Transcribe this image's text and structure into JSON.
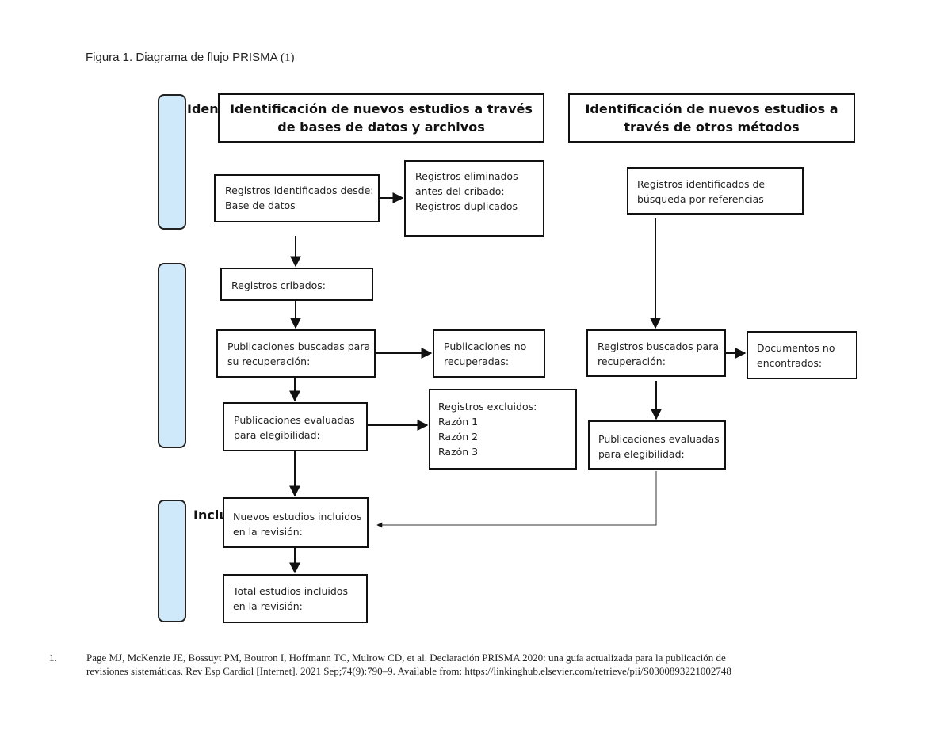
{
  "figure_caption": {
    "label": "Figura 1. Diagrama de flujo PRISMA",
    "ref": "(1)"
  },
  "stage_labels": {
    "identification": "Ident",
    "inclusion": "Inclu"
  },
  "headers": {
    "databases": "Identificación de nuevos estudios a través de bases de datos y archivos",
    "other_methods": "Identificación de nuevos estudios a través de otros métodos"
  },
  "boxes": {
    "records_identified": [
      "Registros identificados desde:",
      "Base de datos"
    ],
    "records_removed": [
      "Registros eliminados",
      "antes del cribado:",
      "Registros duplicados"
    ],
    "records_screened": [
      "Registros cribados:"
    ],
    "pubs_sought": [
      "Publicaciones buscadas para",
      "su recuperación:"
    ],
    "pubs_not_retrieved": [
      "Publicaciones no",
      "recuperadas:"
    ],
    "pubs_assessed": [
      "Publicaciones evaluadas",
      "para elegibilidad:"
    ],
    "records_excluded": [
      "Registros excluidos:",
      "Razón 1",
      "Razón 2",
      "Razón 3"
    ],
    "new_included": [
      "Nuevos estudios incluidos",
      "en la revisión:"
    ],
    "total_included": [
      "Total estudios incluidos",
      "en la revisión:"
    ],
    "other_identified": [
      "Registros identificados de",
      "búsqueda por referencias"
    ],
    "other_sought": [
      "Registros buscados para",
      "recuperación:"
    ],
    "other_not_found": [
      "Documentos no",
      "encontrados:"
    ],
    "other_assessed": [
      "Publicaciones evaluadas",
      "para elegibilidad:"
    ]
  },
  "footnote": {
    "number": "1.",
    "line1": "Page MJ, McKenzie JE, Bossuyt PM, Boutron I, Hoffmann TC, Mulrow CD, et al. Declaración PRISMA 2020: una guía actualizada para la publicación de",
    "line2": "revisiones sistemáticas. Rev Esp Cardiol [Internet]. 2021 Sep;74(9):790–9. Available from: https://linkinghub.elsevier.com/retrieve/pii/S0300893221002748"
  }
}
